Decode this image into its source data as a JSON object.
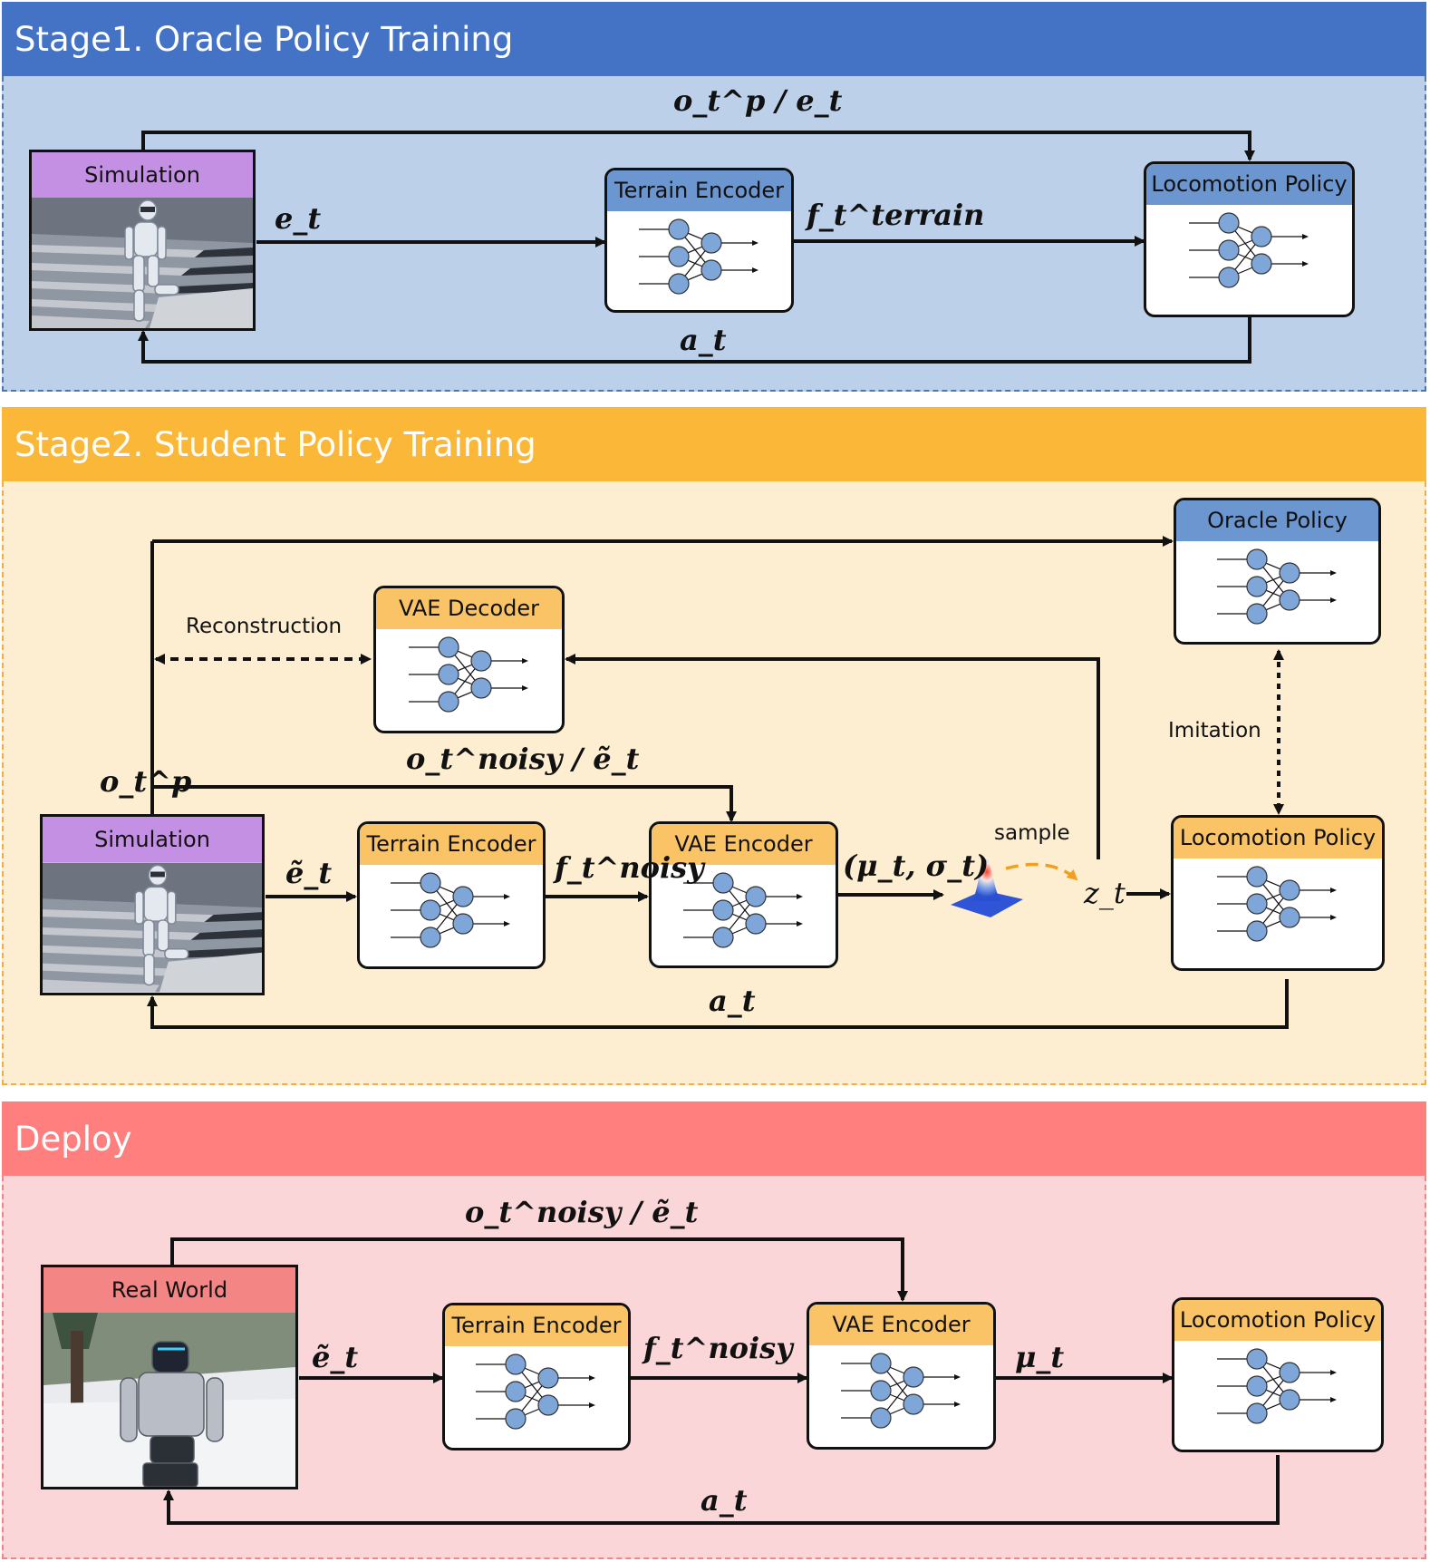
{
  "stage1": {
    "title": "Stage1. Oracle Policy Training",
    "simulation_label": "Simulation",
    "terrain_encoder_label": "Terrain Encoder",
    "locomotion_policy_label": "Locomotion Policy",
    "label_top": "o_t^p / e_t",
    "label_e": "e_t",
    "label_f": "f_t^terrain",
    "label_a": "a_t"
  },
  "stage2": {
    "title": "Stage2. Student Policy Training",
    "simulation_label": "Simulation",
    "terrain_encoder_label": "Terrain Encoder",
    "vae_encoder_label": "VAE Encoder",
    "vae_decoder_label": "VAE Decoder",
    "oracle_policy_label": "Oracle Policy",
    "locomotion_policy_label": "Locomotion Policy",
    "reconstruction_label": "Reconstruction",
    "imitation_label": "Imitation",
    "sample_label": "sample",
    "label_op": "o_t^p",
    "label_noisy": "o_t^noisy / ẽ_t",
    "label_e": "ẽ_t",
    "label_f": "f_t^noisy",
    "label_mu_sigma": "(μ_t, σ_t)",
    "label_z": "z_t",
    "label_a": "a_t"
  },
  "deploy": {
    "title": "Deploy",
    "real_world_label": "Real World",
    "terrain_encoder_label": "Terrain Encoder",
    "vae_encoder_label": "VAE Encoder",
    "locomotion_policy_label": "Locomotion Policy",
    "label_noisy": "o_t^noisy / ẽ_t",
    "label_e": "ẽ_t",
    "label_f": "f_t^noisy",
    "label_mu": "μ_t",
    "label_a": "a_t"
  },
  "colors": {
    "stage1_header": "#4472c4",
    "stage1_body": "#bdd0ea",
    "stage2_header": "#fbb737",
    "stage2_body": "#fdeed2",
    "deploy_header": "#ff7f7f",
    "deploy_body": "#fbd6d8",
    "box_title_blue": "#6c96cf",
    "box_title_orange": "#fac466",
    "simulation_title": "#c490e4",
    "real_world_title": "#f48585",
    "neuron": "#7ea6d8",
    "sample_arrow": "#f0a020"
  }
}
